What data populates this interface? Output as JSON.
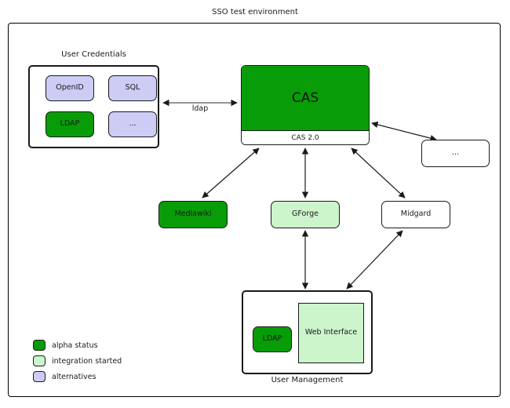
{
  "diagram": {
    "title": "SSO test environment",
    "type": "block-diagram"
  },
  "colors": {
    "alpha_status": "#089d08",
    "integration_started": "#ccf5cc",
    "alternatives": "#ccccf5",
    "plain": "#ffffff",
    "stroke": "#1a1a1a"
  },
  "groups": {
    "user_credentials": {
      "label": "User Credentials",
      "items": [
        {
          "label": "OpenID",
          "status": "alternatives"
        },
        {
          "label": "SQL",
          "status": "alternatives"
        },
        {
          "label": "LDAP",
          "status": "alpha"
        },
        {
          "label": "...",
          "status": "alternatives"
        }
      ]
    },
    "user_management": {
      "label": "User Management",
      "items": [
        {
          "label": "LDAP",
          "status": "alpha"
        },
        {
          "label": "Web Interface",
          "status": "integration"
        }
      ]
    }
  },
  "nodes": {
    "cas": {
      "title": "CAS",
      "protocol": "CAS 2.0",
      "status": "alpha"
    },
    "etc": {
      "label": "...",
      "status": "plain"
    },
    "mediawiki": {
      "label": "Mediawiki",
      "status": "alpha"
    },
    "gforge": {
      "label": "GForge",
      "status": "integration"
    },
    "midgard": {
      "label": "Midgard",
      "status": "plain"
    }
  },
  "edges": [
    {
      "from": "user_credentials",
      "to": "cas",
      "label": "ldap",
      "arrows": "both"
    },
    {
      "from": "cas",
      "to": "etc",
      "label": "",
      "arrows": "both"
    },
    {
      "from": "cas",
      "to": "mediawiki",
      "label": "",
      "arrows": "both"
    },
    {
      "from": "cas",
      "to": "gforge",
      "label": "",
      "arrows": "both"
    },
    {
      "from": "cas",
      "to": "midgard",
      "label": "",
      "arrows": "both"
    },
    {
      "from": "gforge",
      "to": "user_management",
      "label": "",
      "arrows": "both"
    },
    {
      "from": "midgard",
      "to": "user_management",
      "label": "",
      "arrows": "both"
    }
  ],
  "legend": {
    "items": [
      {
        "label": "alpha status",
        "color": "#089d08"
      },
      {
        "label": "integration started",
        "color": "#ccf5cc"
      },
      {
        "label": "alternatives",
        "color": "#ccccf5"
      }
    ]
  }
}
